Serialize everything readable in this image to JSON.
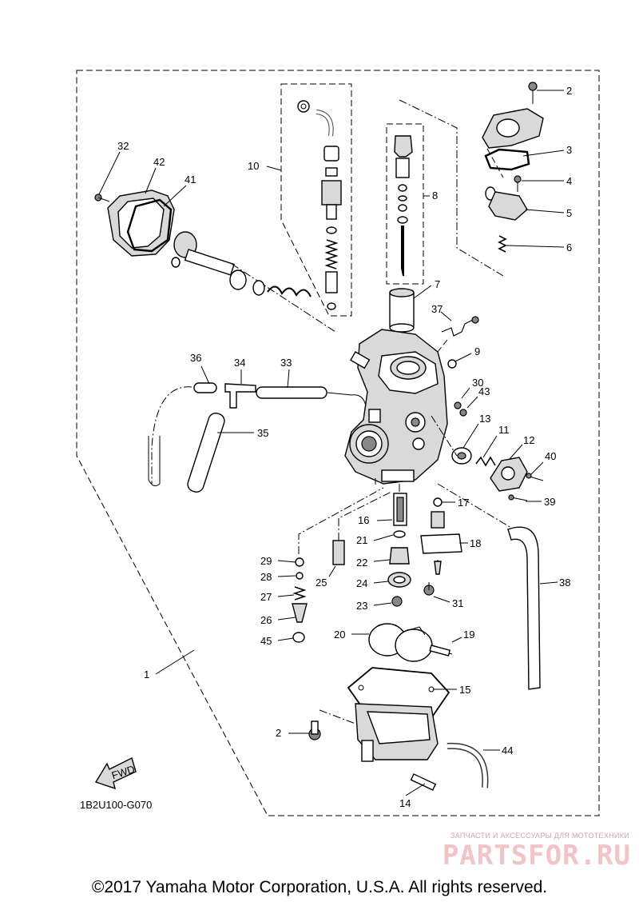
{
  "diagram_code": "1B2U100-G070",
  "fwd_label": "FWD",
  "copyright": "©2017 Yamaha Motor Corporation, U.S.A. All rights reserved.",
  "watermark": {
    "tagline": "ЗАПЧАСТИ И АКСЕССУАРЫ ДЛЯ МОТОТЕХНИКИ",
    "logo": "PARTSFOR.RU"
  },
  "callouts": [
    "1",
    "2",
    "2",
    "3",
    "4",
    "5",
    "6",
    "7",
    "8",
    "10",
    "9",
    "11",
    "12",
    "13",
    "14",
    "15",
    "16",
    "17",
    "18",
    "19",
    "20",
    "21",
    "22",
    "23",
    "24",
    "25",
    "26",
    "27",
    "28",
    "29",
    "30",
    "31",
    "32",
    "33",
    "34",
    "35",
    "36",
    "37",
    "38",
    "39",
    "40",
    "41",
    "42",
    "43",
    "44",
    "45"
  ]
}
